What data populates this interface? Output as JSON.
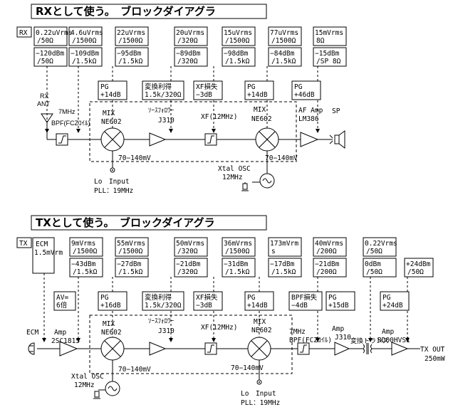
{
  "rx": {
    "title": "RXとして使う。　ブロックダイアグラ",
    "tag": "RX",
    "levels": [
      {
        "top": [
          "0.22uVrms",
          "/50Ω"
        ],
        "bot": [
          "−120dBm",
          "/50Ω"
        ]
      },
      {
        "top": [
          "4.6uVrms",
          "/1500Ω"
        ],
        "bot": [
          "−109dBm",
          "/1.5kΩ"
        ]
      },
      {
        "top": [
          "22uVrms",
          "/1500Ω"
        ],
        "bot": [
          "−95dBm",
          "/1.5kΩ"
        ]
      },
      {
        "top": [
          "20uVrms",
          "/320Ω"
        ],
        "bot": [
          "−89dBm",
          "/320Ω"
        ]
      },
      {
        "top": [
          "15uVrms",
          "/1500Ω"
        ],
        "bot": [
          "−98dBm",
          "/1.5kΩ"
        ]
      },
      {
        "top": [
          "77uVrms",
          "/1500Ω"
        ],
        "bot": [
          "−84dBm",
          "/1.5kΩ"
        ]
      },
      {
        "top": [
          "15mVrms",
          "8Ω"
        ],
        "bot": [
          "−15dBm",
          "/SP 8Ω"
        ]
      }
    ],
    "gains": [
      [
        "PG",
        "+14dB"
      ],
      [
        "変換利得",
        "1.5k/320Ω"
      ],
      [
        "XF損失",
        "−3dB"
      ],
      [
        "PG",
        "+14dB"
      ],
      [
        "PG",
        "+46dB"
      ]
    ],
    "ant": [
      "RX",
      "ANT"
    ],
    "bpf": [
      "7MHz",
      "BPF(FCZｺｲﾙ)"
    ],
    "mix1": [
      "MIX",
      "NE602"
    ],
    "sf": [
      "ｿｰｽﾌｫﾛﾜｰ",
      "J310"
    ],
    "xf": "XF(12MHz)",
    "mix2": [
      "MIX",
      "NE602"
    ],
    "af": [
      "AF Amp",
      "LM386"
    ],
    "sp": "SP",
    "mv1": "70−140mV",
    "mv2": "70−140mV",
    "lo": [
      "Lo　Input",
      "PLL：19MHz"
    ],
    "xtal": [
      "Xtal OSC",
      "12MHz"
    ]
  },
  "tx": {
    "title": "TXとして使う。　ブロックダイアグラ",
    "tag": "TX",
    "ecm_box": [
      "ECM",
      "1.5mVrm"
    ],
    "levels": [
      {
        "top": [
          "9mVrms",
          "/1500Ω"
        ],
        "bot": [
          "−43dBm",
          "/1.5kΩ"
        ]
      },
      {
        "top": [
          "55mVrms",
          "/1500Ω"
        ],
        "bot": [
          "−27dBm",
          "/1.5kΩ"
        ]
      },
      {
        "top": [
          "50mVrms",
          "/320Ω"
        ],
        "bot": [
          "−21dBm",
          "/320Ω"
        ]
      },
      {
        "top": [
          "36mVrms",
          "/1500Ω"
        ],
        "bot": [
          "−31dBm",
          "/1.5kΩ"
        ]
      },
      {
        "top": [
          "173mVrm",
          "s"
        ],
        "bot": [
          "−17dBm",
          "/1.5kΩ"
        ]
      },
      {
        "top": [
          "40mVrms",
          "/200Ω"
        ],
        "bot": [
          "−21dBm",
          "/200Ω"
        ]
      },
      {
        "top": [
          "0.22Vrms",
          "/50Ω"
        ],
        "bot": [
          "0dBm",
          "/50Ω"
        ]
      },
      {
        "top": [],
        "bot": [
          "+24dBm",
          "/50Ω"
        ]
      }
    ],
    "gains": [
      [
        "AV=",
        "6倍"
      ],
      [
        "PG",
        "+16dB"
      ],
      [
        "変換利得",
        "1.5k/320Ω"
      ],
      [
        "XF損失",
        "−3dB"
      ],
      [
        "PG",
        "+14dB"
      ],
      [
        "BPF損失",
        "−4dB"
      ],
      [
        "PG",
        "+15dB"
      ],
      [
        "PG",
        "+24dB"
      ]
    ],
    "ecm": "ECM",
    "amp": [
      "Amp",
      "2SC1815"
    ],
    "mix1": [
      "MIX",
      "NE602"
    ],
    "sf": [
      "ｿｰｽﾌｫﾛﾜｰ",
      "J310"
    ],
    "xf": "XF(12MHz)",
    "mix2": [
      "MIX",
      "NE602"
    ],
    "bpf": [
      "7MHz",
      "BPF(FCZｺｲﾙ)"
    ],
    "amp2": [
      "Amp",
      "J310"
    ],
    "trans": "変換トランス",
    "amp3": [
      "Amp",
      "RD00HVS1"
    ],
    "out": [
      "TX OUT",
      "250mW"
    ],
    "mv1": "70−140mV",
    "mv2": "70−140mV",
    "lo": [
      "Lo　Input",
      "PLL：19MHz"
    ],
    "xtal": [
      "Xtal OSC",
      "12MHz"
    ]
  }
}
